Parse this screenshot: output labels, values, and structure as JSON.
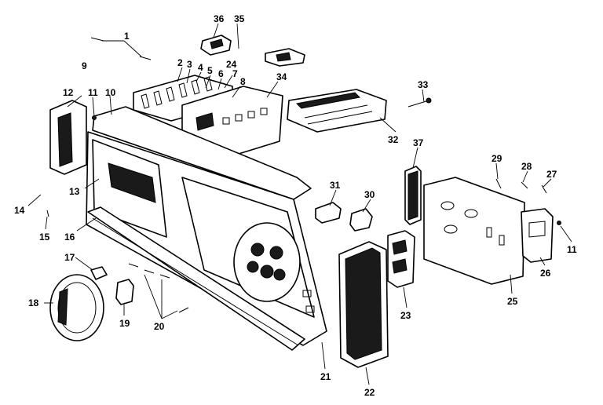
{
  "labels": [
    {
      "id": "1",
      "text": "1"
    },
    {
      "id": "2",
      "text": "2"
    },
    {
      "id": "3",
      "text": "3"
    },
    {
      "id": "4",
      "text": "4"
    },
    {
      "id": "5",
      "text": "5"
    },
    {
      "id": "6",
      "text": "6"
    },
    {
      "id": "7",
      "text": "7"
    },
    {
      "id": "8",
      "text": "8"
    },
    {
      "id": "9",
      "text": "9"
    },
    {
      "id": "10",
      "text": "10"
    },
    {
      "id": "11a",
      "text": "11"
    },
    {
      "id": "11b",
      "text": "11"
    },
    {
      "id": "12",
      "text": "12"
    },
    {
      "id": "13",
      "text": "13"
    },
    {
      "id": "14",
      "text": "14"
    },
    {
      "id": "15",
      "text": "15"
    },
    {
      "id": "16",
      "text": "16"
    },
    {
      "id": "17",
      "text": "17"
    },
    {
      "id": "18",
      "text": "18"
    },
    {
      "id": "19",
      "text": "19"
    },
    {
      "id": "20",
      "text": "20"
    },
    {
      "id": "21",
      "text": "21"
    },
    {
      "id": "22",
      "text": "22"
    },
    {
      "id": "23",
      "text": "23"
    },
    {
      "id": "24",
      "text": "24"
    },
    {
      "id": "25",
      "text": "25"
    },
    {
      "id": "26",
      "text": "26"
    },
    {
      "id": "27",
      "text": "27"
    },
    {
      "id": "28",
      "text": "28"
    },
    {
      "id": "29",
      "text": "29"
    },
    {
      "id": "30",
      "text": "30"
    },
    {
      "id": "31",
      "text": "31"
    },
    {
      "id": "32",
      "text": "32"
    },
    {
      "id": "33",
      "text": "33"
    },
    {
      "id": "34",
      "text": "34"
    },
    {
      "id": "35",
      "text": "35"
    },
    {
      "id": "36",
      "text": "36"
    },
    {
      "id": "37",
      "text": "37"
    }
  ]
}
